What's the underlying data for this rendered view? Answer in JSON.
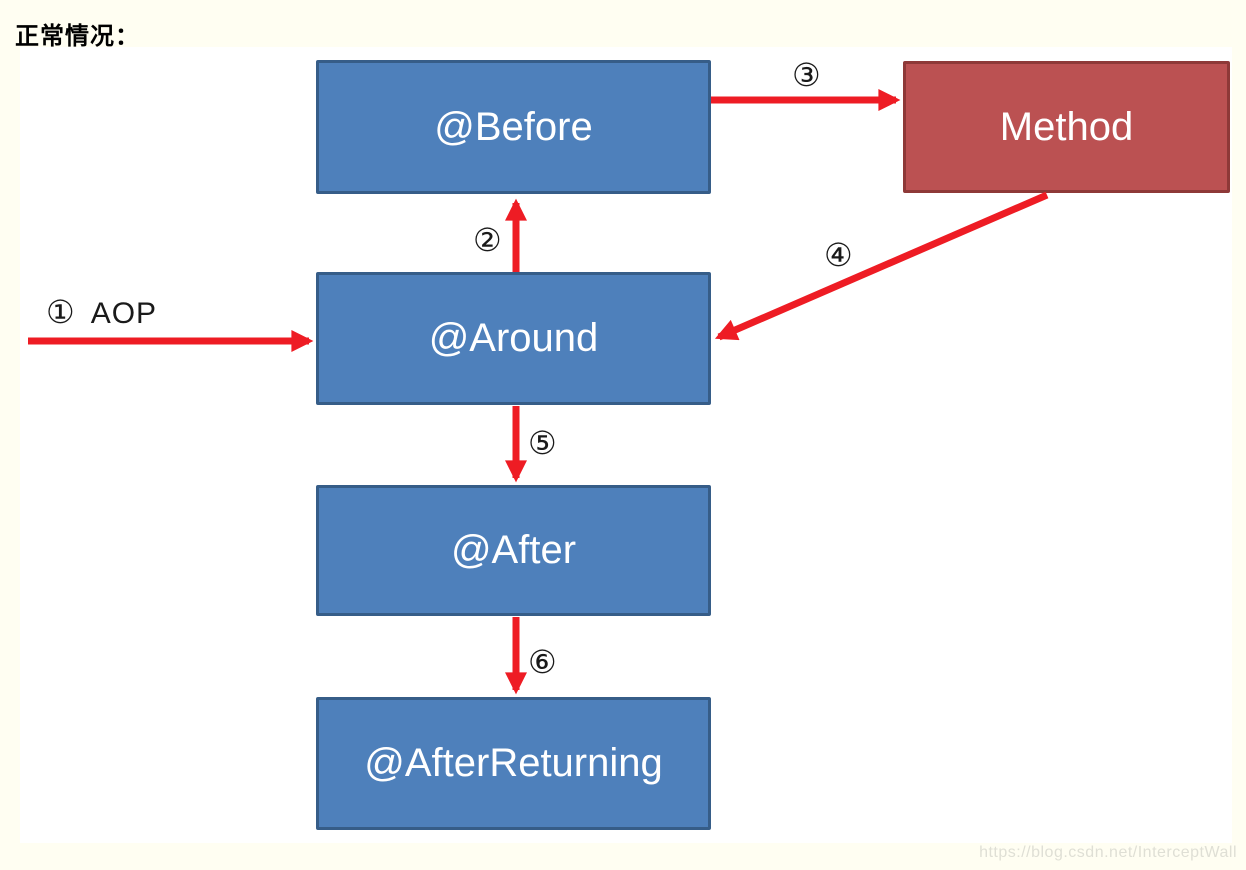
{
  "title": "正常情况：",
  "colors": {
    "page_bg": "#FFFEF2",
    "canvas_bg": "#FFFFFF",
    "node_blue_fill": "#4E80BB",
    "node_blue_border": "#365D88",
    "node_red_fill": "#BB5152",
    "node_red_border": "#8E3938",
    "arrow_red": "#EE1C24",
    "label_ink": "#1A1A1A",
    "watermark_ink": "#DFDFD5"
  },
  "nodes": [
    {
      "id": "before",
      "label": "@Before",
      "type": "advice-blue"
    },
    {
      "id": "method",
      "label": "Method",
      "type": "target-red"
    },
    {
      "id": "around",
      "label": "@Around",
      "type": "advice-blue"
    },
    {
      "id": "after",
      "label": "@After",
      "type": "advice-blue"
    },
    {
      "id": "after-returning",
      "label": "@AfterReturning",
      "type": "advice-blue"
    }
  ],
  "arrows": [
    {
      "number": "①",
      "text": "AOP",
      "from": "entry",
      "to": "around"
    },
    {
      "number": "②",
      "text": "",
      "from": "around",
      "to": "before"
    },
    {
      "number": "③",
      "text": "",
      "from": "before",
      "to": "method"
    },
    {
      "number": "④",
      "text": "",
      "from": "method",
      "to": "around"
    },
    {
      "number": "⑤",
      "text": "",
      "from": "around",
      "to": "after"
    },
    {
      "number": "⑥",
      "text": "",
      "from": "after",
      "to": "after-returning"
    }
  ],
  "watermark": "https://blog.csdn.net/InterceptWall"
}
